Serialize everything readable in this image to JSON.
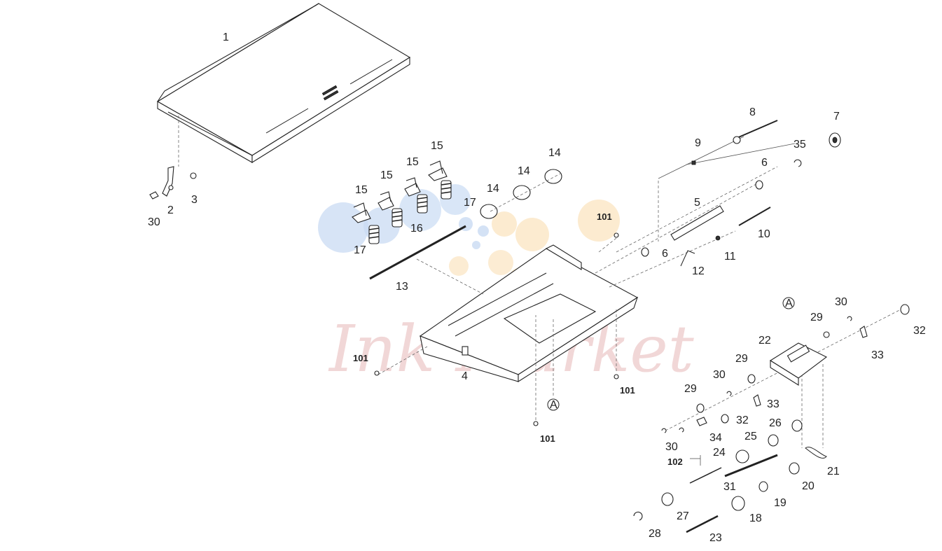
{
  "diagram": {
    "labels": [
      {
        "id": "1",
        "text": "1"
      },
      {
        "id": "2",
        "text": "2"
      },
      {
        "id": "3",
        "text": "3"
      },
      {
        "id": "30a",
        "text": "30"
      },
      {
        "id": "15a",
        "text": "15"
      },
      {
        "id": "15b",
        "text": "15"
      },
      {
        "id": "15c",
        "text": "15"
      },
      {
        "id": "15d",
        "text": "15"
      },
      {
        "id": "14a",
        "text": "14"
      },
      {
        "id": "14b",
        "text": "14"
      },
      {
        "id": "14c",
        "text": "14"
      },
      {
        "id": "16",
        "text": "16"
      },
      {
        "id": "17a",
        "text": "17"
      },
      {
        "id": "17b",
        "text": "17"
      },
      {
        "id": "13",
        "text": "13"
      },
      {
        "id": "8",
        "text": "8"
      },
      {
        "id": "9",
        "text": "9"
      },
      {
        "id": "7",
        "text": "7"
      },
      {
        "id": "35",
        "text": "35"
      },
      {
        "id": "6a",
        "text": "6"
      },
      {
        "id": "6b",
        "text": "6"
      },
      {
        "id": "5",
        "text": "5"
      },
      {
        "id": "10",
        "text": "10"
      },
      {
        "id": "11",
        "text": "11"
      },
      {
        "id": "12",
        "text": "12"
      },
      {
        "id": "4",
        "text": "4"
      },
      {
        "id": "A1",
        "text": "A"
      },
      {
        "id": "A2",
        "text": "A"
      },
      {
        "id": "30b",
        "text": "30"
      },
      {
        "id": "29a",
        "text": "29"
      },
      {
        "id": "32a",
        "text": "32"
      },
      {
        "id": "22",
        "text": "22"
      },
      {
        "id": "33a",
        "text": "33"
      },
      {
        "id": "29b",
        "text": "29"
      },
      {
        "id": "30c",
        "text": "30"
      },
      {
        "id": "29c",
        "text": "29"
      },
      {
        "id": "33b",
        "text": "33"
      },
      {
        "id": "32b",
        "text": "32"
      },
      {
        "id": "26",
        "text": "26"
      },
      {
        "id": "30d",
        "text": "30"
      },
      {
        "id": "34",
        "text": "34"
      },
      {
        "id": "25",
        "text": "25"
      },
      {
        "id": "24",
        "text": "24"
      },
      {
        "id": "21",
        "text": "21"
      },
      {
        "id": "31",
        "text": "31"
      },
      {
        "id": "20",
        "text": "20"
      },
      {
        "id": "19",
        "text": "19"
      },
      {
        "id": "27",
        "text": "27"
      },
      {
        "id": "18",
        "text": "18"
      },
      {
        "id": "28",
        "text": "28"
      },
      {
        "id": "23",
        "text": "23"
      }
    ],
    "bold_labels": [
      {
        "id": "101a",
        "text": "101"
      },
      {
        "id": "101b",
        "text": "101"
      },
      {
        "id": "101c",
        "text": "101"
      },
      {
        "id": "101d",
        "text": "101"
      },
      {
        "id": "102",
        "text": "102"
      }
    ],
    "watermark": "Ink Market",
    "colors": {
      "line": "#222222",
      "watermark_blue": "#c9dbf3",
      "watermark_yellow": "#fbe6c4",
      "watermark_text": "#e7b7b7"
    }
  }
}
